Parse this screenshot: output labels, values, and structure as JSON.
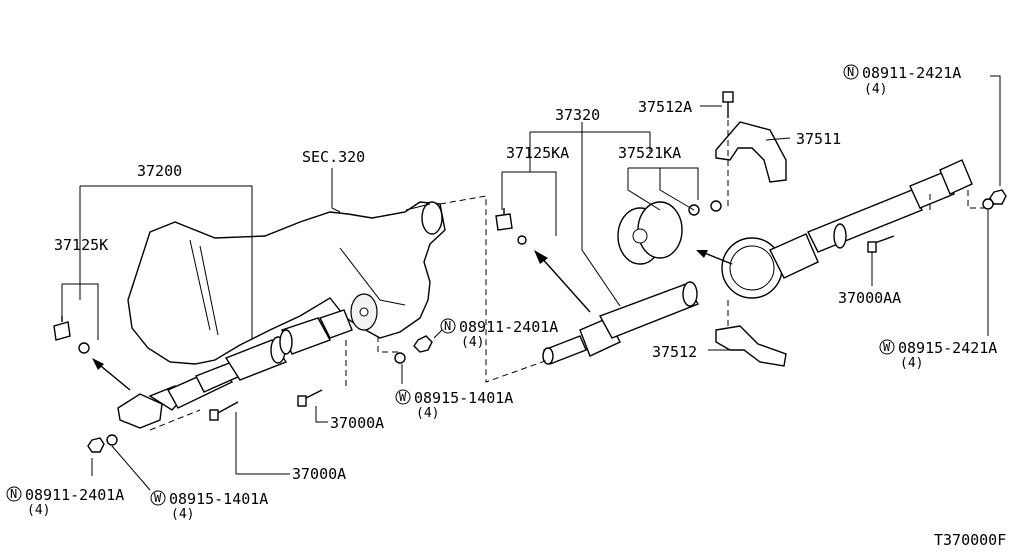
{
  "diagram_code": "T370000F",
  "callouts": {
    "c_37200": "37200",
    "c_37125k": "37125K",
    "c_sec320": "SEC.320",
    "c_37320": "37320",
    "c_37125ka": "37125KA",
    "c_37521ka": "37521KA",
    "c_37512a": "37512A",
    "c_37511": "37511",
    "c_37512": "37512",
    "c_37000a_mid": "37000A",
    "c_37000a_low": "37000A",
    "c_37000aa": "37000AA",
    "c_n_24211": "08911-2421A",
    "c_n_24211_qty": "(4)",
    "c_w_24211": "08915-2421A",
    "c_w_24211_qty": "(4)",
    "c_n_2401_mid": "08911-2401A",
    "c_n_2401_mid_qty": "(4)",
    "c_w_1401_mid": "08915-1401A",
    "c_w_1401_mid_qty": "(4)",
    "c_n_2401_low": "08911-2401A",
    "c_n_2401_low_qty": "(4)",
    "c_w_1401_low": "08915-1401A",
    "c_w_1401_low_qty": "(4)"
  },
  "symbols": {
    "nut": "N",
    "washer": "W"
  }
}
